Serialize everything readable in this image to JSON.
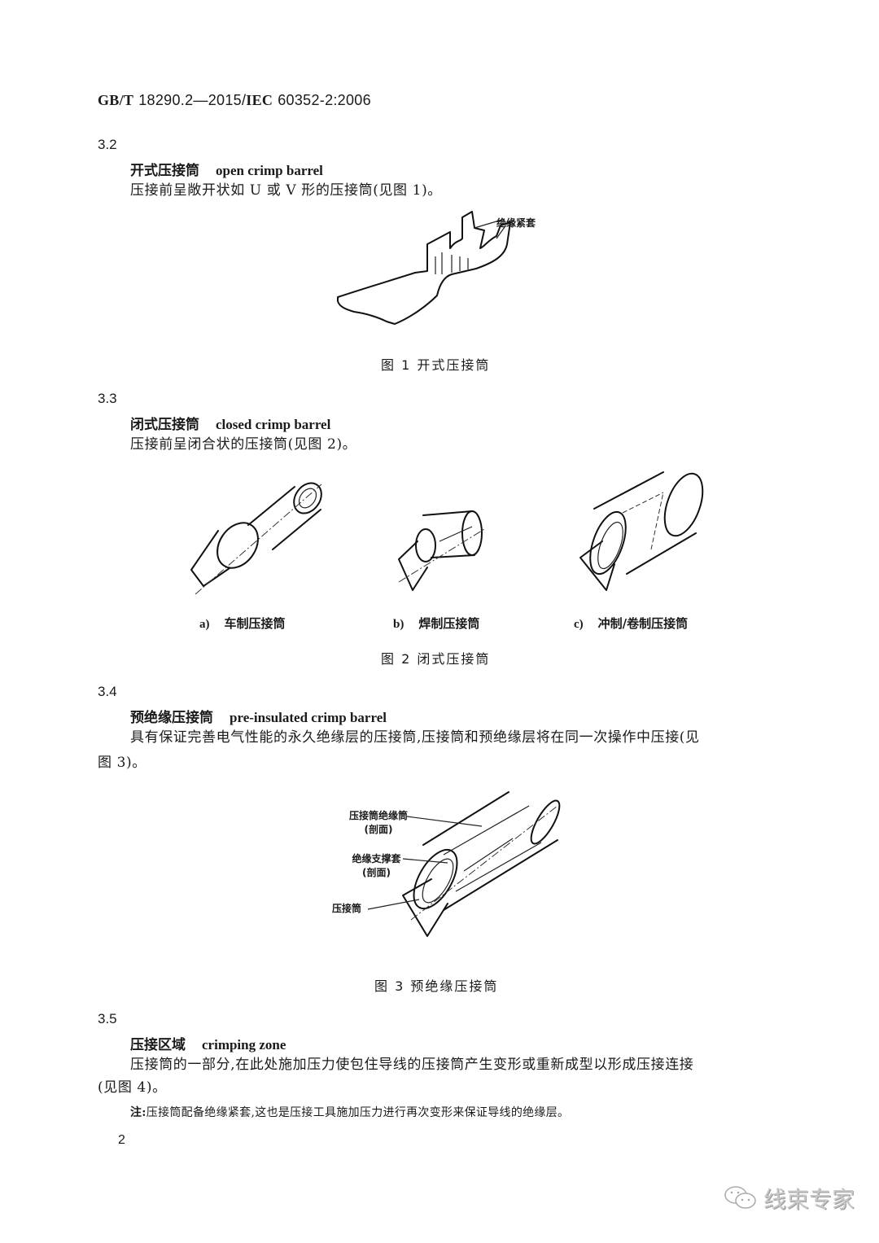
{
  "header": {
    "standard_prefix": "GB/T",
    "standard_number": "18290.2—2015/",
    "iec_prefix": "IEC",
    "iec_number": "60352-2:2006"
  },
  "sections": [
    {
      "number": "3.2",
      "term_zh": "开式压接筒",
      "term_en": "open crimp barrel",
      "definition": "压接前呈敞开状如 U 或 V 形的压接筒(见图 1)。"
    },
    {
      "number": "3.3",
      "term_zh": "闭式压接筒",
      "term_en": "closed crimp barrel",
      "definition": "压接前呈闭合状的压接筒(见图 2)。"
    },
    {
      "number": "3.4",
      "term_zh": "预绝缘压接筒",
      "term_en": "pre-insulated crimp barrel",
      "definition_line1": "具有保证完善电气性能的永久绝缘层的压接筒,压接筒和预绝缘层将在同一次操作中压接(见",
      "definition_line2": "图 3)。"
    },
    {
      "number": "3.5",
      "term_zh": "压接区域",
      "term_en": "crimping zone",
      "definition_line1": "压接筒的一部分,在此处施加压力使包住导线的压接筒产生变形或重新成型以形成压接连接",
      "definition_line2": "(见图 4)。",
      "note_label": "注:",
      "note_text": "压接筒配备绝缘紧套,这也是压接工具施加压力进行再次变形来保证导线的绝缘层。"
    }
  ],
  "figures": {
    "fig1": {
      "caption": "图 1   开式压接筒",
      "callout": "绝缘紧套"
    },
    "fig2": {
      "caption": "图 2   闭式压接筒",
      "subfigures": [
        {
          "letter": "a)",
          "label": "车制压接筒"
        },
        {
          "letter": "b)",
          "label": "焊制压接筒"
        },
        {
          "letter": "c)",
          "label": "冲制/卷制压接筒"
        }
      ]
    },
    "fig3": {
      "caption": "图 3   预绝缘压接筒",
      "callouts": [
        {
          "line1": "压接筒绝缘筒",
          "line2": "(剖面)"
        },
        {
          "line1": "绝缘支撑套",
          "line2": "(剖面)"
        },
        {
          "line1": "压接筒",
          "line2": ""
        }
      ]
    }
  },
  "footer": {
    "page_number": "2",
    "watermark": "线束专家"
  }
}
